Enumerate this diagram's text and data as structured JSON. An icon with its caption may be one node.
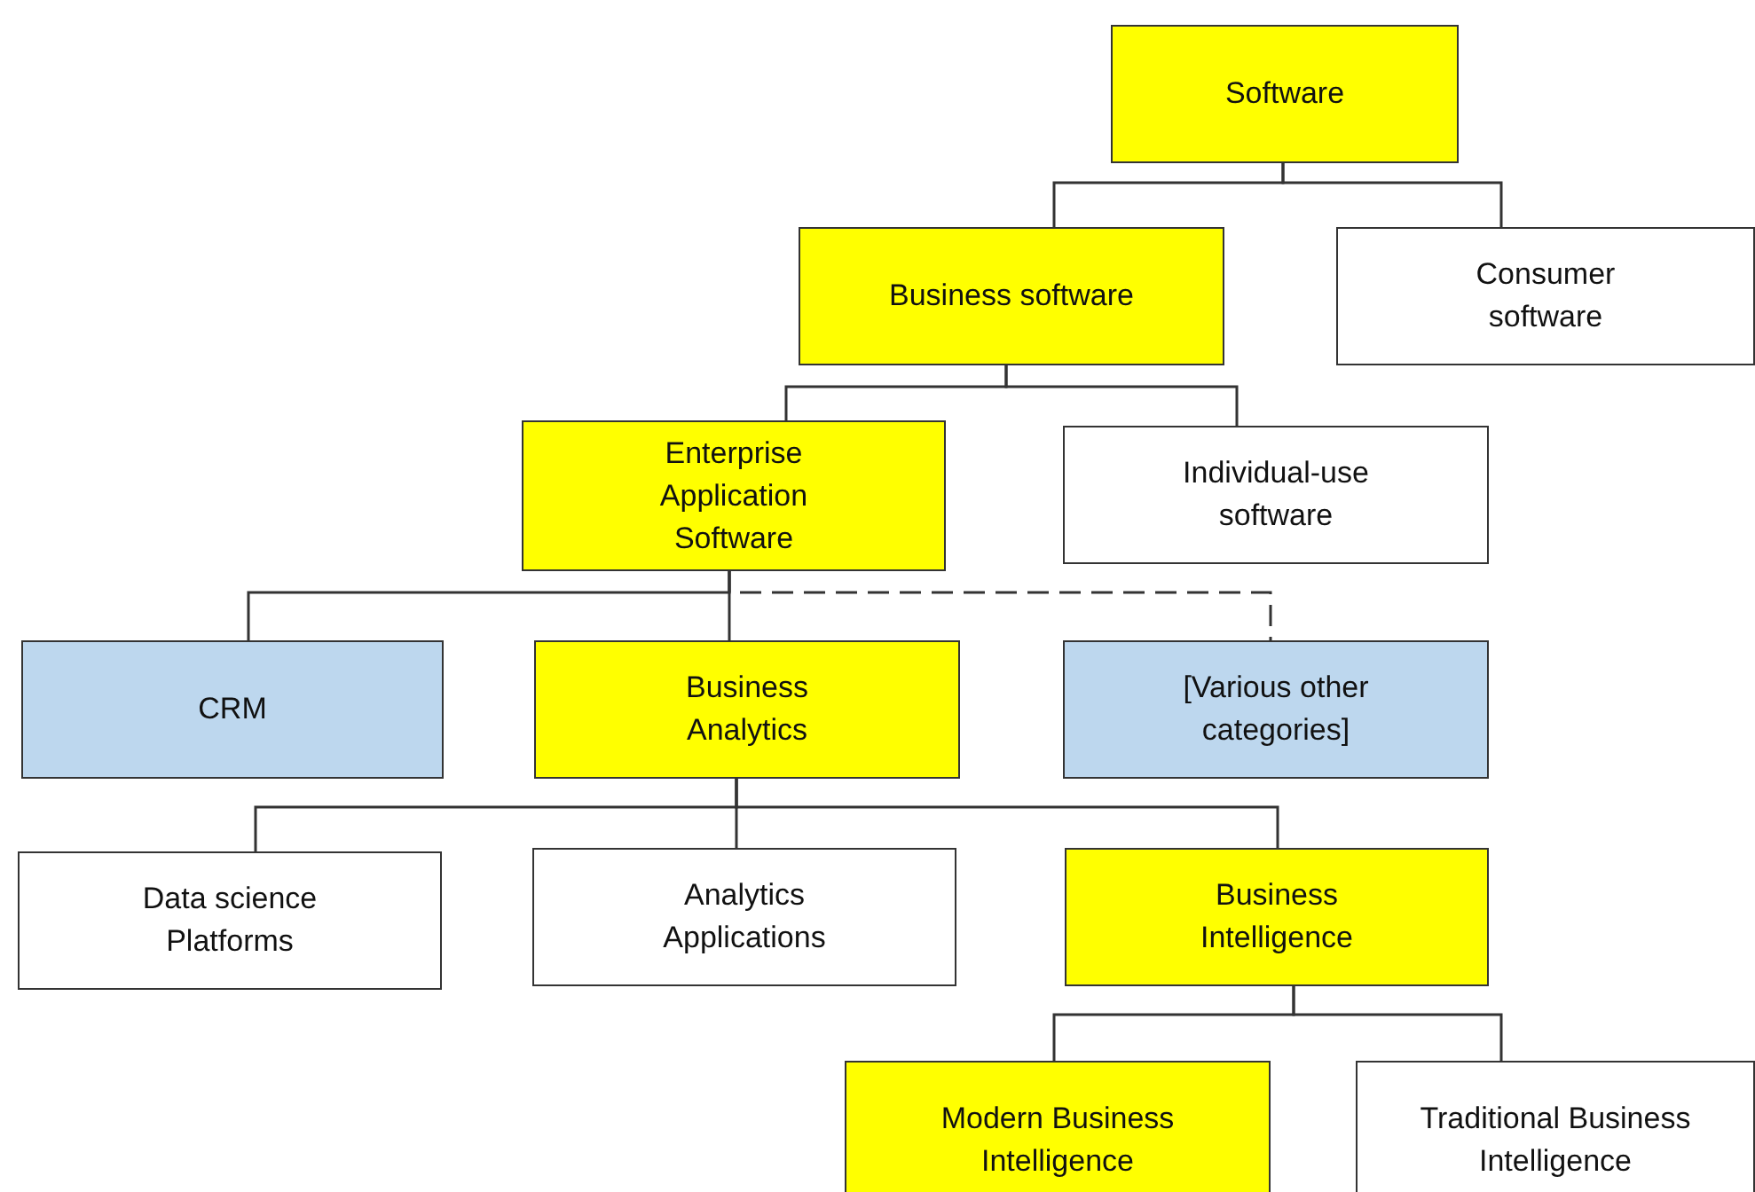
{
  "diagram": {
    "nodes": [
      {
        "text": [
          "Software"
        ]
      },
      {
        "text": [
          "Business software"
        ]
      },
      {
        "text": [
          "Consumer software"
        ]
      },
      {
        "text": [
          "Enterprise Application Software"
        ]
      },
      {
        "text": [
          "Individual-use software"
        ]
      },
      {
        "text": [
          "CRM"
        ]
      },
      {
        "text": [
          "Business Analytics"
        ]
      },
      {
        "text": [
          "[Various other categories]"
        ]
      },
      {
        "text": [
          "Data science Platforms"
        ]
      },
      {
        "text": [
          "Analytics Applications"
        ]
      },
      {
        "text": [
          "Business Intelligence"
        ]
      },
      {
        "text": [
          "Modern Business Intelligence"
        ]
      },
      {
        "text": [
          "Traditional Business Intelligence"
        ]
      }
    ],
    "edges": [
      {
        "from": 0,
        "to": 1,
        "arrow": "none"
      },
      {
        "from": 0,
        "to": 2,
        "arrow": "none"
      },
      {
        "from": 1,
        "to": 3,
        "arrow": "none"
      },
      {
        "from": 1,
        "to": 4,
        "arrow": "none"
      },
      {
        "from": 3,
        "to": 5,
        "arrow": "none"
      },
      {
        "from": 3,
        "to": 6,
        "arrow": "none"
      },
      {
        "from": 3,
        "to": 7,
        "arrow": "none",
        "style": "dashed"
      },
      {
        "from": 6,
        "to": 8,
        "arrow": "none"
      },
      {
        "from": 6,
        "to": 9,
        "arrow": "none"
      },
      {
        "from": 6,
        "to": 10,
        "arrow": "none"
      },
      {
        "from": 10,
        "to": 11,
        "arrow": "none"
      },
      {
        "from": 10,
        "to": 12,
        "arrow": "none"
      }
    ]
  }
}
